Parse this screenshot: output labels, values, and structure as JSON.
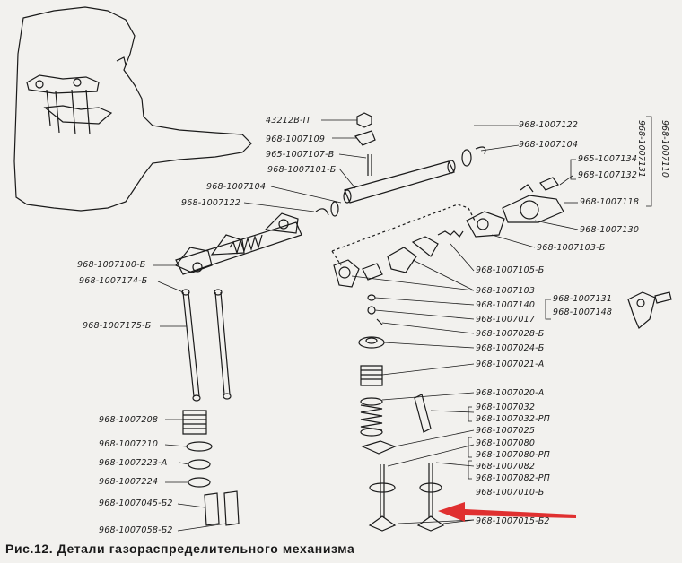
{
  "caption": "Рис.12. Детали газораспределительного механизма",
  "labels": {
    "l1": "43212В-П",
    "l2": "968-1007109",
    "l3": "965-1007107-В",
    "l4": "968-1007101-Б",
    "l5": "968-1007104",
    "l6": "968-1007122",
    "l7": "968-1007122",
    "l8": "968-1007104",
    "l9": "965-1007134",
    "l10": "968-1007132",
    "l11": "968-1007118",
    "l12": "968-1007130",
    "l13": "968-1007103-Б",
    "l14": "968-1007105-Б",
    "l15": "968-1007103",
    "l16": "968-1007140",
    "l17": "968-1007017",
    "l18": "968-1007028-Б",
    "l19": "968-1007024-Б",
    "l20": "968-1007021-А",
    "l21": "968-1007020-А",
    "l22": "968-1007032",
    "l23": "968-1007032-РП",
    "l24": "968-1007025",
    "l25": "968-1007080",
    "l26": "968-1007080-РП",
    "l27": "968-1007082",
    "l28": "968-1007082-РП",
    "l29": "968-1007010-Б",
    "l30": "968-1007015-Б2",
    "l31": "968-1007131",
    "l32": "968-1007148",
    "l33": "968-1007100-Б",
    "l34": "968-1007174-Б",
    "l35": "968-1007175-Б",
    "l36": "968-1007208",
    "l37": "968-1007210",
    "l38": "968-1007223-А",
    "l39": "968-1007224",
    "l40": "968-1007045-Б2",
    "l41": "968-1007058-Б2",
    "v1": "968-1007131",
    "v2": "968-1007110"
  },
  "colors": {
    "ink": "#1a1a1a",
    "paper": "#f2f1ee",
    "arrow": "#e03030"
  }
}
